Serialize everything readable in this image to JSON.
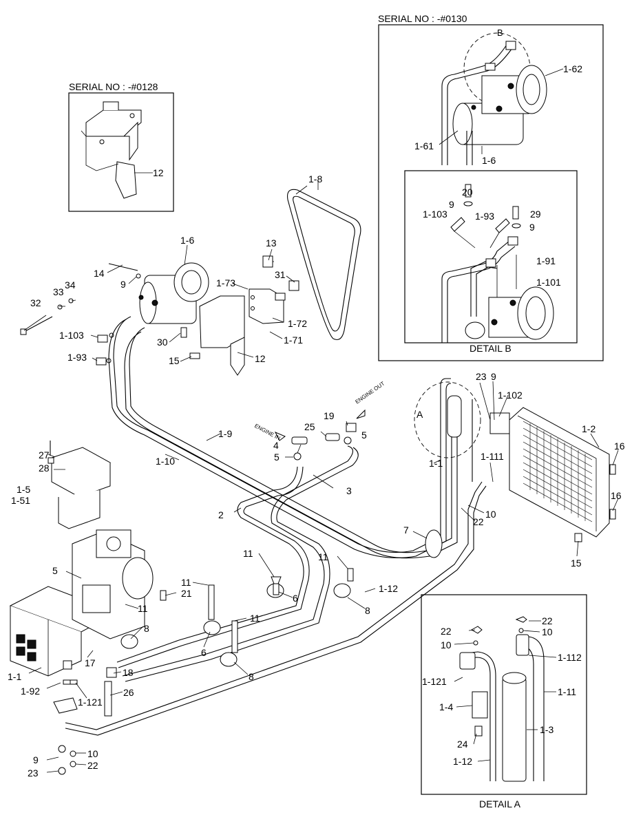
{
  "serial_top_left": "SERIAL NO : -#0128",
  "serial_top_right": "SERIAL NO : -#0130",
  "detail_b_caption": "DETAIL B",
  "detail_a_caption": "DETAIL A",
  "direction_in": "ENGINE IN",
  "direction_out": "ENGINE OUT",
  "callout_a": "A",
  "callout_b": "B",
  "labels": {
    "l12a": "12",
    "l1_62": "1-62",
    "l1_61": "1-61",
    "l1_6a": "1-6",
    "l20": "20",
    "l9a": "9",
    "l1_103a": "1-103",
    "l1_93a": "1-93",
    "l29": "29",
    "l9b": "9",
    "l1_91": "1-91",
    "l1_101": "1-101",
    "l1_8": "1-8",
    "l1_6b": "1-6",
    "l13": "13",
    "l14": "14",
    "l9c": "9",
    "l33": "33",
    "l34": "34",
    "l1_73": "1-73",
    "l31": "31",
    "l32": "32",
    "l1_72": "1-72",
    "l1_71": "1-71",
    "l1_103b": "1-103",
    "l30": "30",
    "l1_93b": "1-93",
    "l15a": "15",
    "l12b": "12",
    "l23a": "23",
    "l9d": "9",
    "l1_102": "1-102",
    "l19": "19",
    "l25": "25",
    "l5a": "5",
    "l4": "4",
    "l5b": "5",
    "l1_9": "1-9",
    "l1_10": "1-10",
    "l27": "27",
    "l28": "28",
    "l1_5": "1-5",
    "l1_51": "1-51",
    "l1_1a": "1-1",
    "l1_2": "1-2",
    "l16a": "16",
    "l16b": "16",
    "l1_111": "1-111",
    "l10a": "10",
    "l22a": "22",
    "l15b": "15",
    "l3": "3",
    "l2": "2",
    "l7": "7",
    "l11a": "11",
    "l11b": "11",
    "l11c": "11",
    "l11d": "11",
    "l11e": "11",
    "l5c": "5",
    "l21": "21",
    "l6a": "6",
    "l6b": "6",
    "l1_12a": "1-12",
    "l8a": "8",
    "l8b": "8",
    "l8c": "8",
    "l1_1b": "1-1",
    "l17": "17",
    "l18": "18",
    "l1_92": "1-92",
    "l1_121a": "1-121",
    "l26": "26",
    "l9e": "9",
    "l10b": "10",
    "l23b": "23",
    "l22b": "22",
    "l22c": "22",
    "l22d": "22",
    "l10c": "10",
    "l10d": "10",
    "l1_112": "1-112",
    "l1_121b": "1-121",
    "l1_11": "1-11",
    "l1_4": "1-4",
    "l1_3": "1-3",
    "l24": "24",
    "l1_12b": "1-12"
  }
}
